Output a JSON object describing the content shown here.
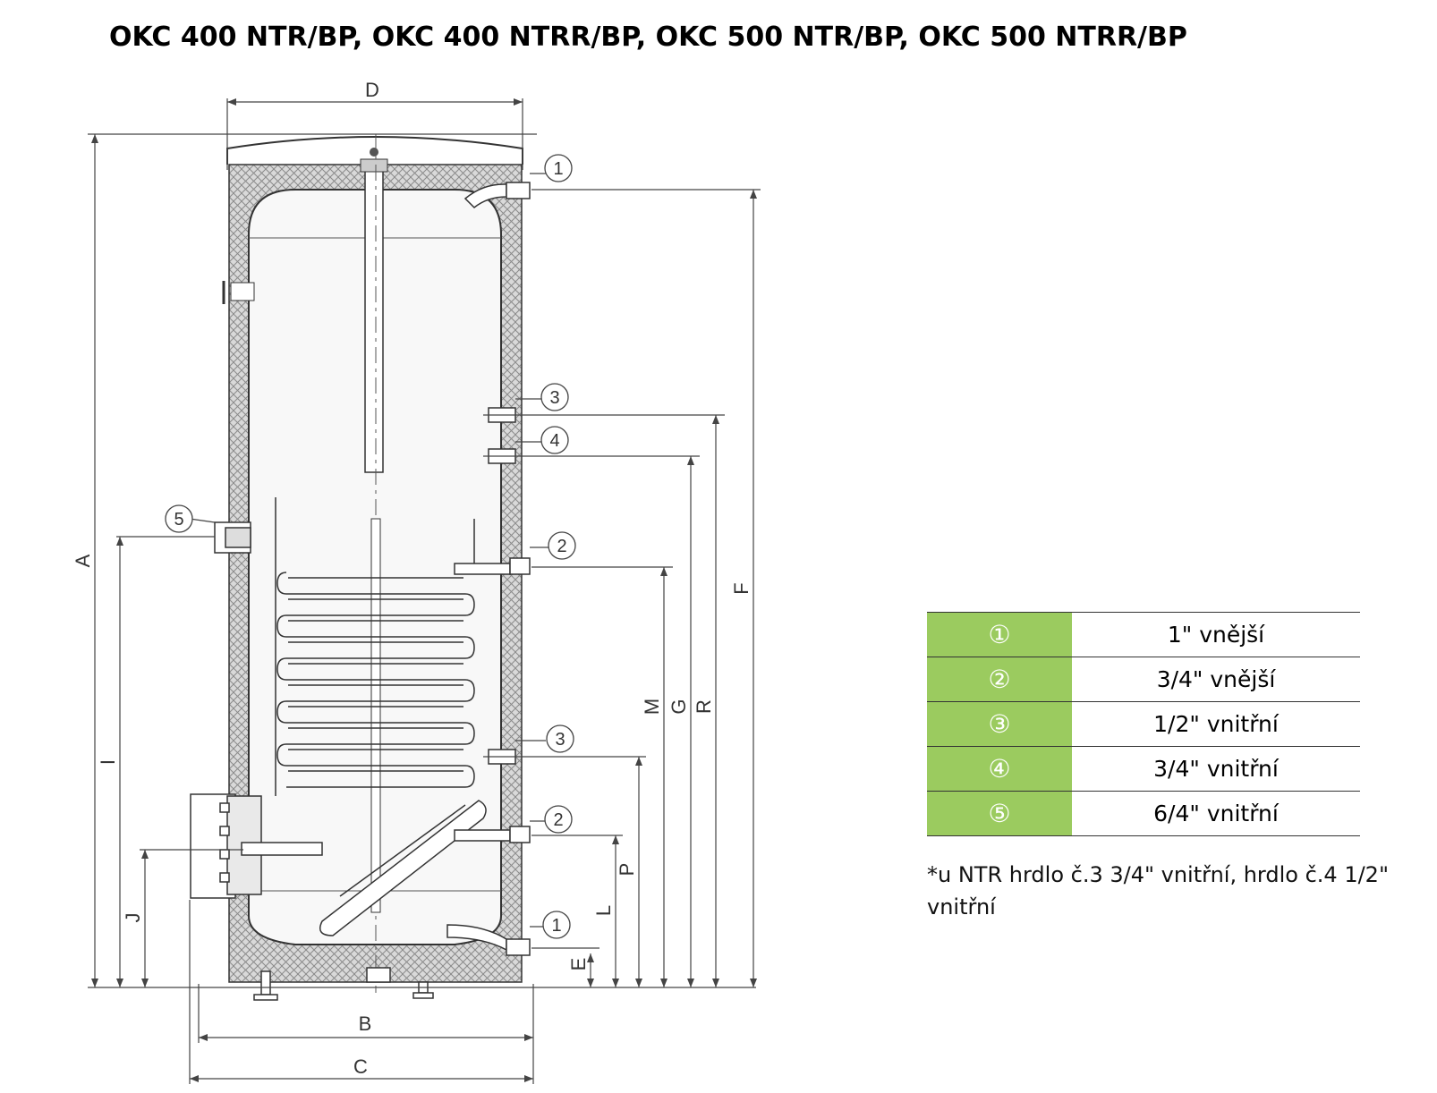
{
  "title": "OKC 400 NTR/BP, OKC 400 NTRR/BP, OKC 500 NTR/BP, OKC 500 NTRR/BP",
  "dimensions": {
    "D": "D",
    "A": "A",
    "F": "F",
    "R": "R",
    "G": "G",
    "M": "M",
    "I": "I",
    "P": "P",
    "L": "L",
    "J": "J",
    "E": "E",
    "B": "B",
    "C": "C"
  },
  "callouts": {
    "c1_top": "1",
    "c3_upper": "3",
    "c4": "4",
    "c5": "5",
    "c2_upper": "2",
    "c3_lower": "3",
    "c2_lower": "2",
    "c1_bottom": "1"
  },
  "legend": [
    {
      "symbol": "①",
      "value": "1\" vnější"
    },
    {
      "symbol": "②",
      "value": "3/4\" vnější"
    },
    {
      "symbol": "③",
      "value": "1/2\" vnitřní"
    },
    {
      "symbol": "④",
      "value": "3/4\" vnitřní"
    },
    {
      "symbol": "⑤",
      "value": "6/4\" vnitřní"
    }
  ],
  "note": "*u NTR hrdlo č.3 3/4\" vnitřní, hrdlo č.4 1/2\" vnitřní",
  "colors": {
    "legend_accent": "#9bcb5f",
    "insulation_hatch": "#8a8a8a",
    "line": "#333333"
  }
}
